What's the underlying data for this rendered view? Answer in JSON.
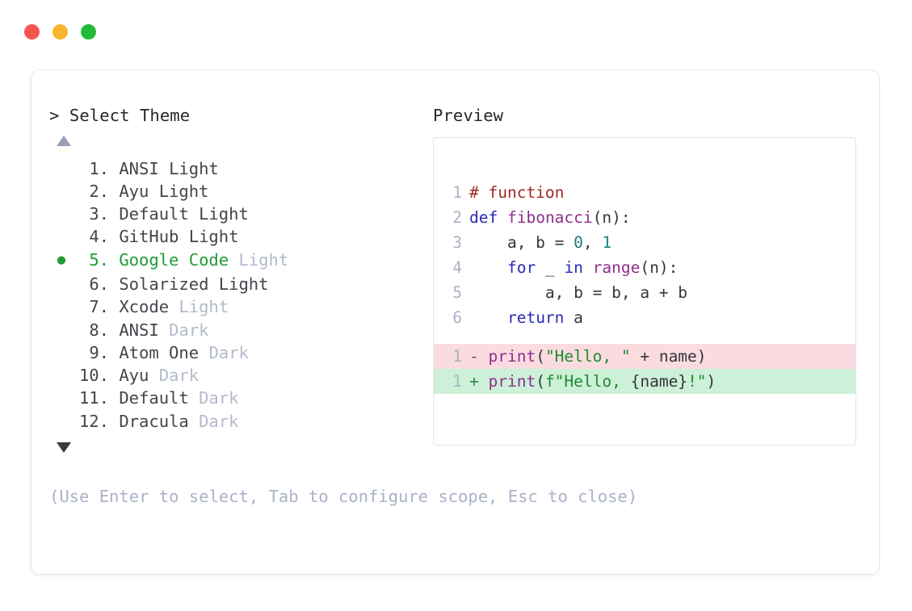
{
  "window": {
    "dots": [
      {
        "name": "close",
        "color": "#f4564f"
      },
      {
        "name": "minimize",
        "color": "#f6b52b"
      },
      {
        "name": "maximize",
        "color": "#22bb39"
      }
    ]
  },
  "left_panel": {
    "title": "> Select Theme",
    "scroll_up_icon": "triangle-up",
    "scroll_down_icon": "triangle-down",
    "selected_index": 5,
    "selected_marker": "●",
    "items": [
      {
        "num": "1.",
        "name": "ANSI",
        "variant": "Light",
        "muted_variant": false,
        "selected": false
      },
      {
        "num": "2.",
        "name": "Ayu",
        "variant": "Light",
        "muted_variant": false,
        "selected": false
      },
      {
        "num": "3.",
        "name": "Default",
        "variant": "Light",
        "muted_variant": false,
        "selected": false
      },
      {
        "num": "4.",
        "name": "GitHub",
        "variant": "Light",
        "muted_variant": false,
        "selected": false
      },
      {
        "num": "5.",
        "name": "Google Code",
        "variant": "Light",
        "muted_variant": true,
        "selected": true
      },
      {
        "num": "6.",
        "name": "Solarized",
        "variant": "Light",
        "muted_variant": false,
        "selected": false
      },
      {
        "num": "7.",
        "name": "Xcode",
        "variant": "Light",
        "muted_variant": true,
        "selected": false
      },
      {
        "num": "8.",
        "name": "ANSI",
        "variant": "Dark",
        "muted_variant": true,
        "selected": false
      },
      {
        "num": "9.",
        "name": "Atom One",
        "variant": "Dark",
        "muted_variant": true,
        "selected": false
      },
      {
        "num": "10.",
        "name": "Ayu",
        "variant": "Dark",
        "muted_variant": true,
        "selected": false
      },
      {
        "num": "11.",
        "name": "Default",
        "variant": "Dark",
        "muted_variant": true,
        "selected": false
      },
      {
        "num": "12.",
        "name": "Dracula",
        "variant": "Dark",
        "muted_variant": true,
        "selected": false
      }
    ]
  },
  "right_panel": {
    "title": "Preview",
    "code_lines": [
      {
        "gutter": "1",
        "tokens": [
          {
            "text": "# function",
            "cls": "t-comment"
          }
        ]
      },
      {
        "gutter": "2",
        "tokens": [
          {
            "text": "def",
            "cls": "t-keyword"
          },
          {
            "text": " ",
            "cls": "t-plain"
          },
          {
            "text": "fibonacci",
            "cls": "t-func"
          },
          {
            "text": "(n):",
            "cls": "t-punct"
          }
        ]
      },
      {
        "gutter": "3",
        "tokens": [
          {
            "text": "    a, b = ",
            "cls": "t-plain"
          },
          {
            "text": "0",
            "cls": "t-num"
          },
          {
            "text": ", ",
            "cls": "t-plain"
          },
          {
            "text": "1",
            "cls": "t-num"
          }
        ]
      },
      {
        "gutter": "4",
        "tokens": [
          {
            "text": "    ",
            "cls": "t-plain"
          },
          {
            "text": "for",
            "cls": "t-keyword"
          },
          {
            "text": " _ ",
            "cls": "t-plain"
          },
          {
            "text": "in",
            "cls": "t-keyword"
          },
          {
            "text": " ",
            "cls": "t-plain"
          },
          {
            "text": "range",
            "cls": "t-func"
          },
          {
            "text": "(n):",
            "cls": "t-punct"
          }
        ]
      },
      {
        "gutter": "5",
        "tokens": [
          {
            "text": "        a, b = b, a + b",
            "cls": "t-plain"
          }
        ]
      },
      {
        "gutter": "6",
        "tokens": [
          {
            "text": "    ",
            "cls": "t-plain"
          },
          {
            "text": "return",
            "cls": "t-keyword"
          },
          {
            "text": " a",
            "cls": "t-plain"
          }
        ]
      }
    ],
    "diff_lines": [
      {
        "gutter": "1",
        "kind": "diff-del",
        "sign": "- ",
        "tokens": [
          {
            "text": "print",
            "cls": "t-func"
          },
          {
            "text": "(",
            "cls": "t-punct"
          },
          {
            "text": "\"Hello, \"",
            "cls": "t-string"
          },
          {
            "text": " + name)",
            "cls": "t-plain"
          }
        ]
      },
      {
        "gutter": "1",
        "kind": "diff-add",
        "sign": "+ ",
        "tokens": [
          {
            "text": "print",
            "cls": "t-func"
          },
          {
            "text": "(",
            "cls": "t-punct"
          },
          {
            "text": "f\"Hello, ",
            "cls": "t-string"
          },
          {
            "text": "{name}",
            "cls": "t-plain"
          },
          {
            "text": "!\"",
            "cls": "t-string"
          },
          {
            "text": ")",
            "cls": "t-punct"
          }
        ]
      }
    ]
  },
  "footer": {
    "hint": "(Use Enter to select, Tab to configure scope, Esc to close)"
  }
}
